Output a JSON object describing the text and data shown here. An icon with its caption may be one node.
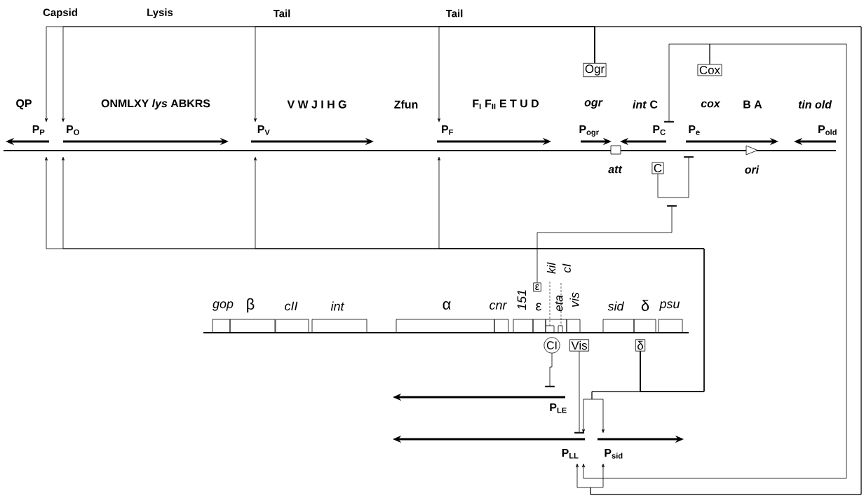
{
  "diagram": {
    "nodes": [
      {
        "text": [
          "Ogr"
        ]
      },
      {
        "text": [
          "Cox"
        ]
      },
      {
        "text": [
          "C"
        ]
      },
      {
        "text": [
          "ε"
        ]
      },
      {
        "text": [
          "CI"
        ]
      },
      {
        "text": [
          "Vis"
        ]
      },
      {
        "text": [
          "δ"
        ]
      },
      {
        "text": [
          "P$_{P}$"
        ]
      },
      {
        "text": [
          "P$_{O}$"
        ]
      },
      {
        "text": [
          "P$_{V}$"
        ]
      },
      {
        "text": [
          "P$_{F}$"
        ]
      },
      {
        "text": [
          "P$_{ogr}$"
        ]
      },
      {
        "text": [
          "P$_{C}$"
        ]
      },
      {
        "text": [
          "P$_{e}$"
        ]
      },
      {
        "text": [
          "P$_{old}$"
        ]
      },
      {
        "text": [
          "P$_{LE}$"
        ]
      },
      {
        "text": [
          "P$_{LL}$"
        ]
      },
      {
        "text": [
          "P$_{sid}$"
        ]
      }
    ],
    "edges": [
      {
        "from": 0,
        "to": 7,
        "arrow": "to"
      },
      {
        "from": 0,
        "to": 8,
        "arrow": "to"
      },
      {
        "from": 0,
        "to": 9,
        "arrow": "to"
      },
      {
        "from": 0,
        "to": 10,
        "arrow": "to"
      },
      {
        "from": 0,
        "to": 16,
        "arrow": "to"
      },
      {
        "from": 0,
        "to": 17,
        "arrow": "to"
      },
      {
        "from": 6,
        "to": 7,
        "arrow": "to"
      },
      {
        "from": 6,
        "to": 8,
        "arrow": "to"
      },
      {
        "from": 6,
        "to": 9,
        "arrow": "to"
      },
      {
        "from": 6,
        "to": 10,
        "arrow": "to"
      },
      {
        "from": 6,
        "to": 16,
        "arrow": "to"
      },
      {
        "from": 6,
        "to": 17,
        "arrow": "to"
      },
      {
        "from": 1,
        "to": 12,
        "arrow": "other"
      },
      {
        "from": 1,
        "to": 16,
        "arrow": "to"
      },
      {
        "from": 2,
        "to": 13,
        "arrow": "other"
      },
      {
        "from": 3,
        "to": 2,
        "arrow": "other"
      },
      {
        "from": 4,
        "to": 15,
        "arrow": "other"
      },
      {
        "from": 5,
        "to": 16,
        "arrow": "other"
      },
      {
        "from": 7,
        "to": null,
        "arrow": "to",
        "style": "thick"
      },
      {
        "from": 8,
        "to": null,
        "arrow": "to",
        "style": "thick"
      },
      {
        "from": 9,
        "to": null,
        "arrow": "to",
        "style": "thick"
      },
      {
        "from": 10,
        "to": null,
        "arrow": "to",
        "style": "thick"
      },
      {
        "from": 11,
        "to": null,
        "arrow": "to",
        "style": "thick"
      },
      {
        "from": 12,
        "to": null,
        "arrow": "to",
        "style": "thick"
      },
      {
        "from": 13,
        "to": null,
        "arrow": "to",
        "style": "thick"
      },
      {
        "from": 14,
        "to": null,
        "arrow": "to",
        "style": "thick"
      },
      {
        "from": 15,
        "to": null,
        "arrow": "to",
        "style": "thick"
      },
      {
        "from": 16,
        "to": null,
        "arrow": "to",
        "style": "thick"
      },
      {
        "from": 17,
        "to": null,
        "arrow": "to",
        "style": "thick"
      }
    ],
    "labels": [
      "Capsid",
      "Lysis",
      "Tail",
      "Tail",
      "QP",
      "ONMLXY *lys* ABKRS",
      "V W J I H G",
      "Zfun",
      "F$_{I}$ F$_{II}$ E T U D",
      "ogr",
      "*int* C",
      "cox",
      "B A",
      "tin old",
      "att",
      "ori",
      "kil",
      "cI",
      "gop",
      "β",
      "cII",
      "int",
      "α",
      "cnr",
      "151",
      "ε",
      "eta",
      "vis",
      "sid",
      "δ",
      "psu"
    ]
  }
}
